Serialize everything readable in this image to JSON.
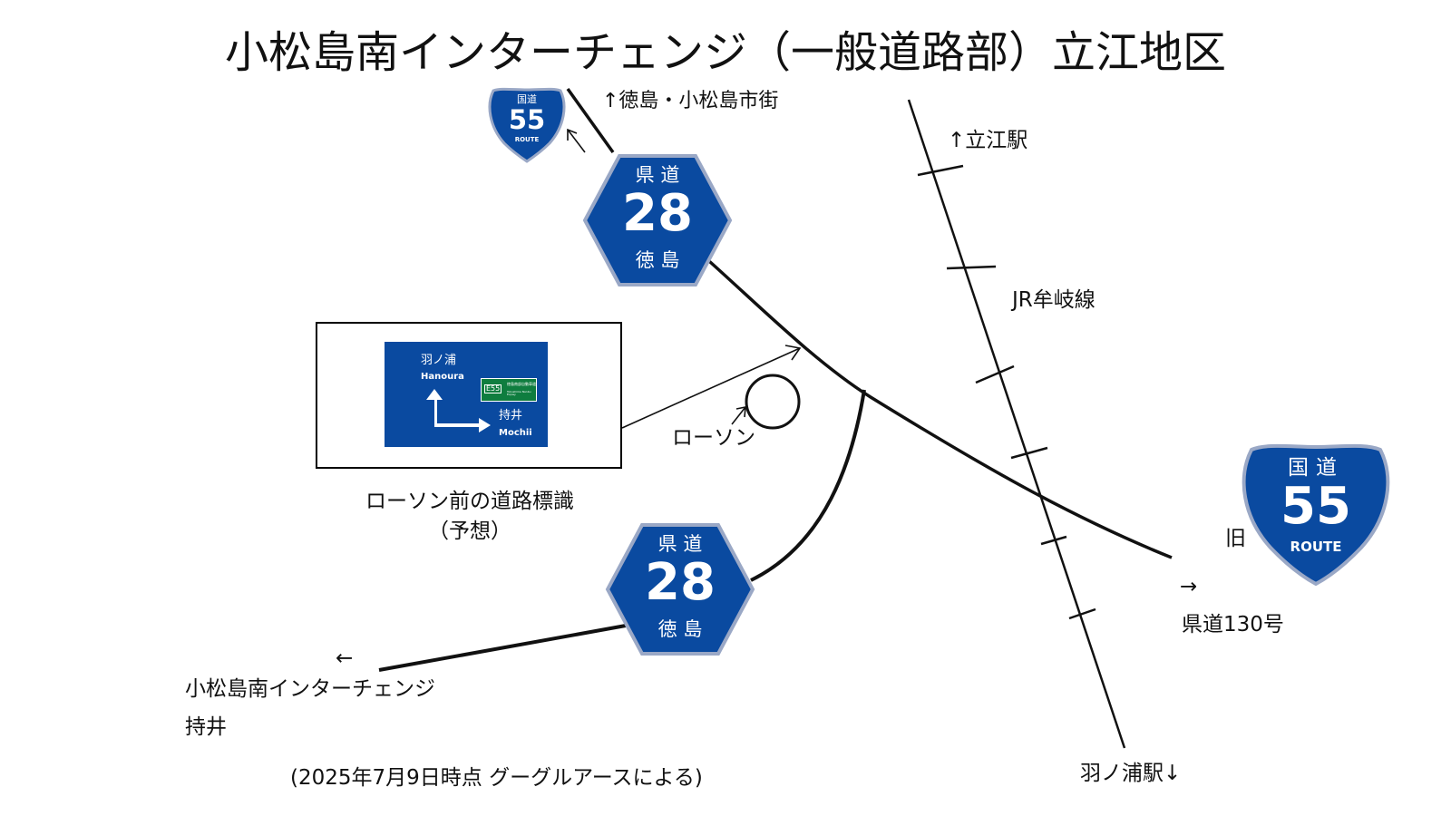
{
  "title": "小松島南インターチェンジ（一般道路部）立江地区",
  "labels": {
    "north_arrow": "↑徳島・小松島市街",
    "tatsue_station": "↑立江駅",
    "jr_line": "JR牟岐線",
    "lawson": "ローソン",
    "sign_caption_1": "ローソン前の道路標識",
    "sign_caption_2": "（予想）",
    "old_prefix": "旧",
    "east_arrow": "→",
    "east_road": "県道130号",
    "west_arrow": "←",
    "west_ic": "小松島南インターチェンジ",
    "west_mochii": "持井",
    "source_note": "(2025年7月9日時点 グーグルアースによる)",
    "hanoura_station": "羽ノ浦駅↓"
  },
  "route_small": {
    "top": "国道",
    "number": "55",
    "bottom": "ROUTE"
  },
  "route_large": {
    "top": "国道",
    "number": "55",
    "bottom": "ROUTE"
  },
  "pref_shield_1": {
    "top": "県 道",
    "number": "28",
    "bottom": "徳 島"
  },
  "pref_shield_2": {
    "top": "県 道",
    "number": "28",
    "bottom": "徳 島"
  },
  "road_sign": {
    "up_jp": "羽ノ浦",
    "up_en": "Hanoura",
    "right_jp": "持井",
    "right_en": "Mochii",
    "expressway_code": "E55",
    "expressway_name": "徳島南部自動車道",
    "expressway_en": "Tokushima Nanbu Expwy"
  },
  "colors": {
    "sign_blue": "#0a4aa0",
    "shield_border": "#9aa8c6",
    "expressway_green": "#0f7d3f",
    "line": "#111111"
  }
}
